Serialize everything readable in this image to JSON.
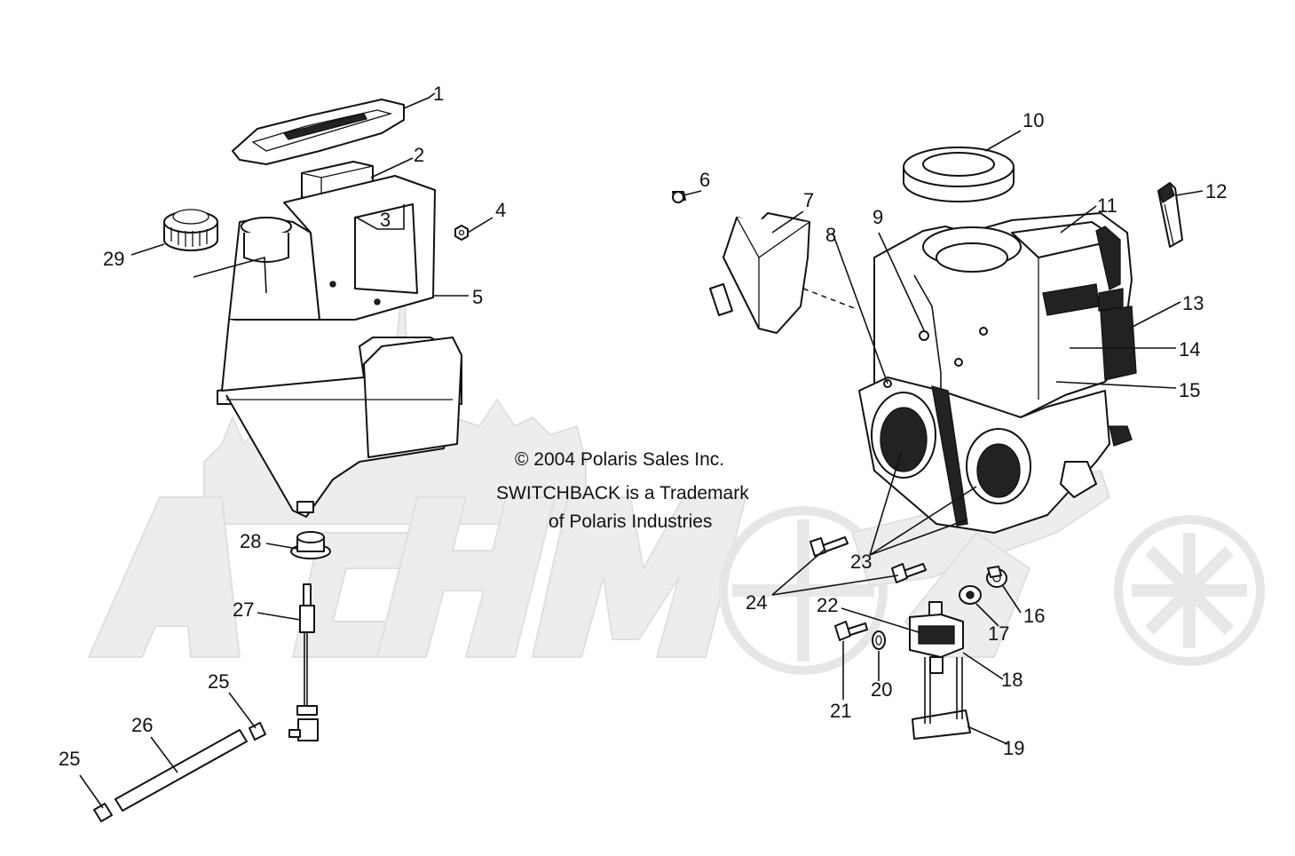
{
  "copyright": {
    "line1": "© 2004 Polaris Sales Inc.",
    "line2": "SWITCHBACK is a Trademark",
    "line3": "of Polaris Industries"
  },
  "watermark_text": "ACHMOTO",
  "callouts": [
    {
      "id": "1",
      "label": "1"
    },
    {
      "id": "2",
      "label": "2"
    },
    {
      "id": "3",
      "label": "3"
    },
    {
      "id": "4",
      "label": "4"
    },
    {
      "id": "5",
      "label": "5"
    },
    {
      "id": "6",
      "label": "6"
    },
    {
      "id": "7",
      "label": "7"
    },
    {
      "id": "8",
      "label": "8"
    },
    {
      "id": "9",
      "label": "9"
    },
    {
      "id": "10",
      "label": "10"
    },
    {
      "id": "11",
      "label": "11"
    },
    {
      "id": "12",
      "label": "12"
    },
    {
      "id": "13",
      "label": "13"
    },
    {
      "id": "14",
      "label": "14"
    },
    {
      "id": "15",
      "label": "15"
    },
    {
      "id": "16",
      "label": "16"
    },
    {
      "id": "17",
      "label": "17"
    },
    {
      "id": "18",
      "label": "18"
    },
    {
      "id": "19",
      "label": "19"
    },
    {
      "id": "20",
      "label": "20"
    },
    {
      "id": "21",
      "label": "21"
    },
    {
      "id": "22",
      "label": "22"
    },
    {
      "id": "23",
      "label": "23"
    },
    {
      "id": "24",
      "label": "24"
    },
    {
      "id": "25a",
      "label": "25"
    },
    {
      "id": "25b",
      "label": "25"
    },
    {
      "id": "26",
      "label": "26"
    },
    {
      "id": "27",
      "label": "27"
    },
    {
      "id": "28",
      "label": "28"
    },
    {
      "id": "29",
      "label": "29"
    }
  ]
}
